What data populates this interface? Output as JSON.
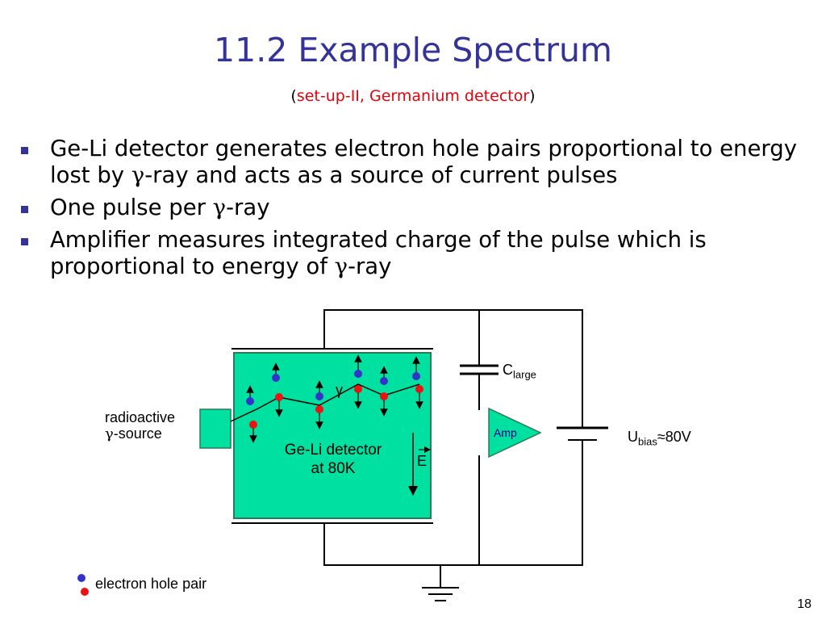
{
  "slide": {
    "title": "11.2 Example Spectrum",
    "subtitle_open": "(",
    "subtitle_red": "set-up-II, Germanium detector",
    "subtitle_close": ")",
    "page_number": "18"
  },
  "bullets": [
    {
      "pre": "Ge-Li detector generates electron hole pairs proportional to energy lost by ",
      "gamma": "γ",
      "post": "-ray and acts as a source of current pulses"
    },
    {
      "pre": "One pulse per ",
      "gamma": "γ",
      "post": "-ray"
    },
    {
      "pre": "Amplifier measures integrated charge of the pulse which is proportional to energy of ",
      "gamma": "γ",
      "post": "-ray"
    }
  ],
  "diagram": {
    "source_label_line1": "radioactive",
    "source_label_gamma": "γ",
    "source_label_line2": "-source",
    "detector_line1": "Ge-Li detector",
    "detector_line2": "at 80K",
    "field_label": "E",
    "gamma_label": "γ",
    "capacitor_label": "C",
    "capacitor_sub": "large",
    "amp_label": "Amp",
    "bias_label": "U",
    "bias_sub": "bias",
    "bias_value": "≈80V",
    "legend_label": "electron hole pair",
    "colors": {
      "detector": "#00e0a0",
      "electron": "#3333cc",
      "hole": "#ee1111",
      "title": "#333399"
    }
  }
}
